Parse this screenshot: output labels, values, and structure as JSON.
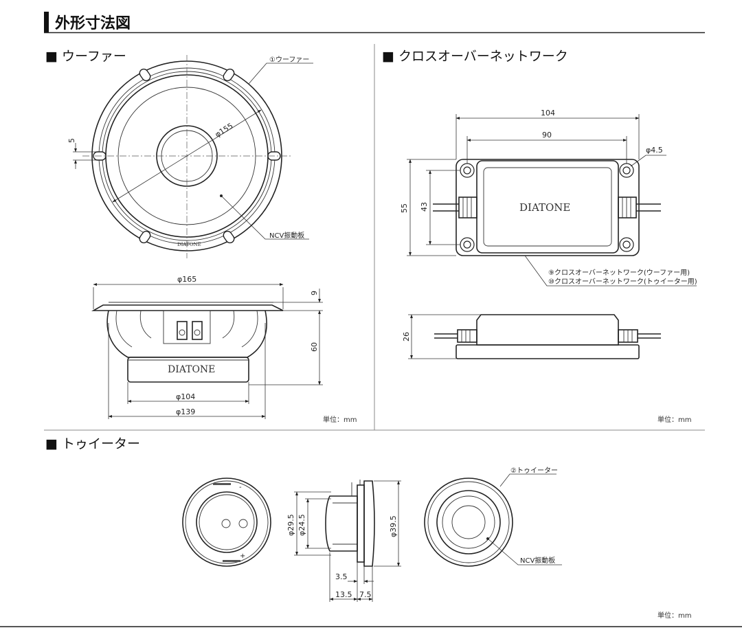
{
  "title": "外形寸法図",
  "unit_label": "単位：mm",
  "woofer": {
    "section_title": "■ ウーファー",
    "part_label": "①ウーファー",
    "cone_label": "NCV振動板",
    "brand_small": "DIATONE",
    "brand_magnet": "DIATONE",
    "dims": {
      "slot": "5",
      "cone": "φ155",
      "outer": "φ165",
      "flange": "9",
      "depth": "60",
      "magnet": "φ104",
      "basket": "φ139"
    }
  },
  "crossover": {
    "section_title": "■ クロスオーバーネットワーク",
    "brand": "DIATONE",
    "part_label_1": "⑨クロスオーバーネットワーク(ウーファー用)",
    "part_label_2": "⑩クロスオーバーネットワーク(トゥイーター用)",
    "dims": {
      "total_width": "104",
      "hole_pitch_x": "90",
      "hole": "φ4.5",
      "total_height": "55",
      "hole_pitch_y": "43",
      "thickness": "26"
    }
  },
  "tweeter": {
    "section_title": "■ トゥイーター",
    "part_label": "②トゥイーター",
    "cone_label": "NCV振動板",
    "polarity_minus": "-",
    "polarity_plus": "+",
    "dims": {
      "d1": "φ29.5",
      "d2": "φ24.5",
      "d3": "φ39.5",
      "w1": "3.5",
      "w2": "13.5",
      "w3": "7.5"
    }
  }
}
